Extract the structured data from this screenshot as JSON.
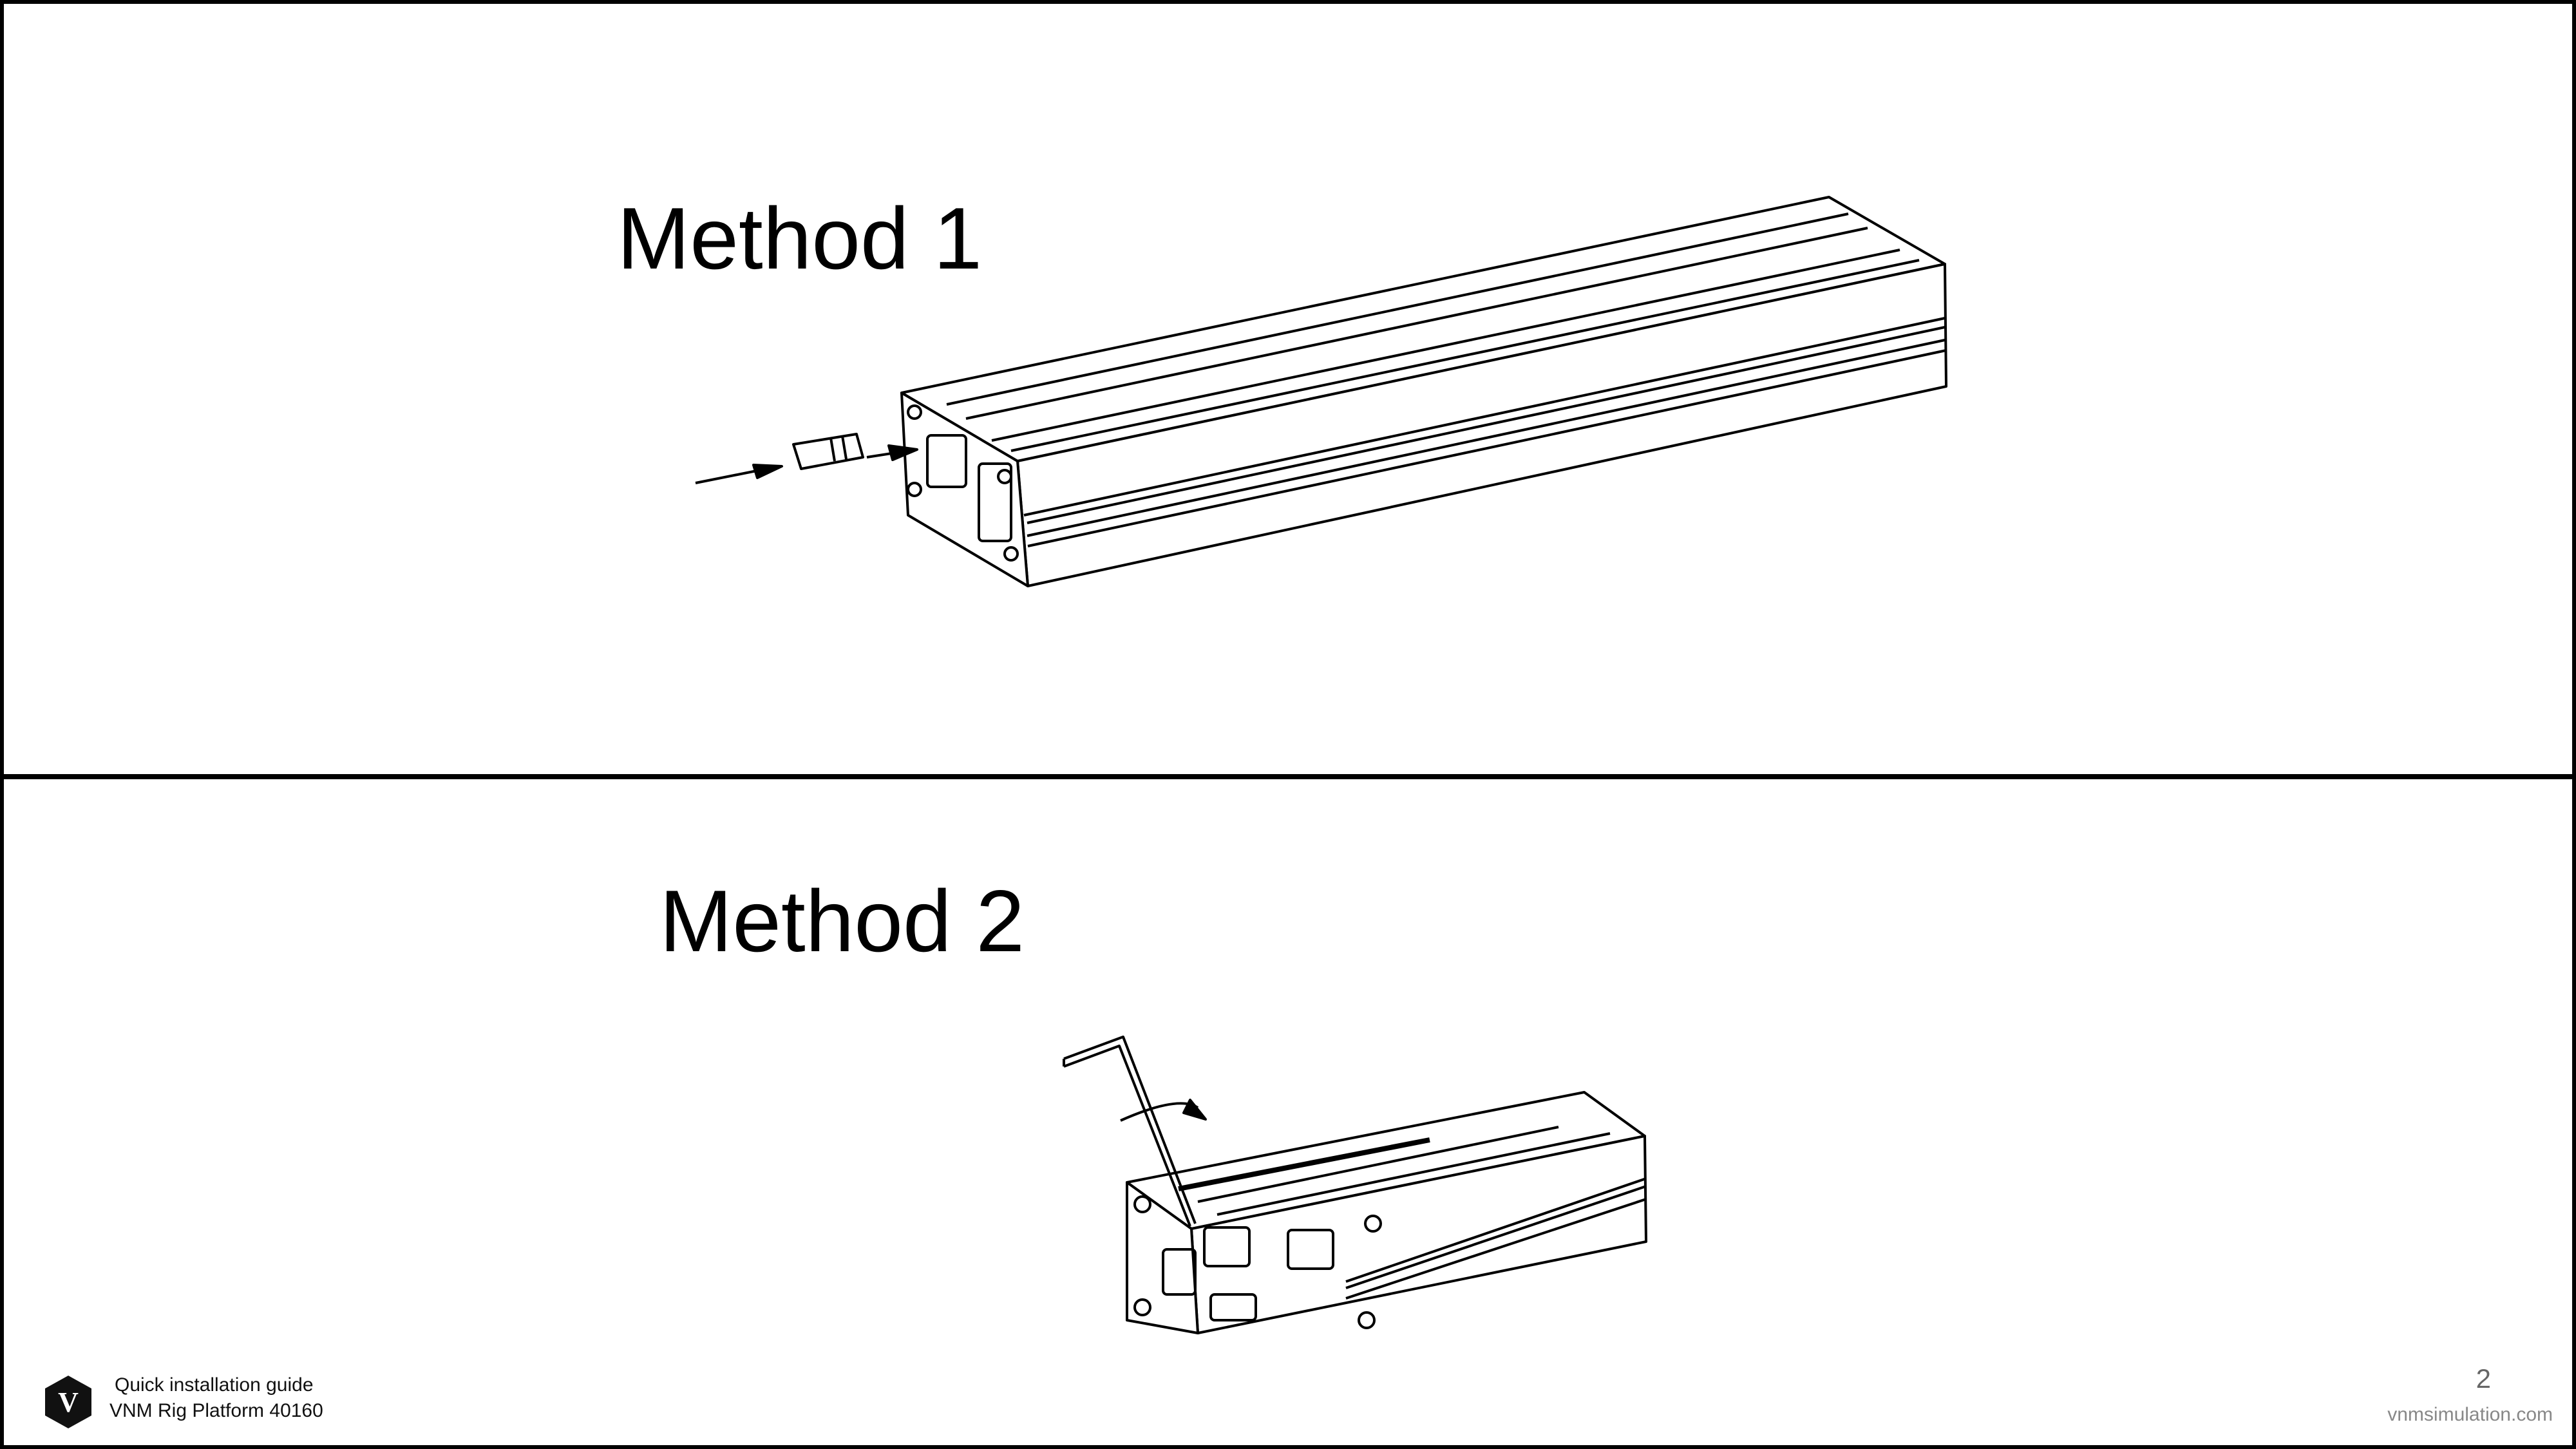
{
  "methods": [
    {
      "title": "Method 1"
    },
    {
      "title": "Method 2"
    }
  ],
  "footer": {
    "guide": "Quick installation guide",
    "product": "VNM Rig Platform 40160",
    "page_number": "2",
    "website": "vnmsimulation.com",
    "logo_letter": "V"
  }
}
